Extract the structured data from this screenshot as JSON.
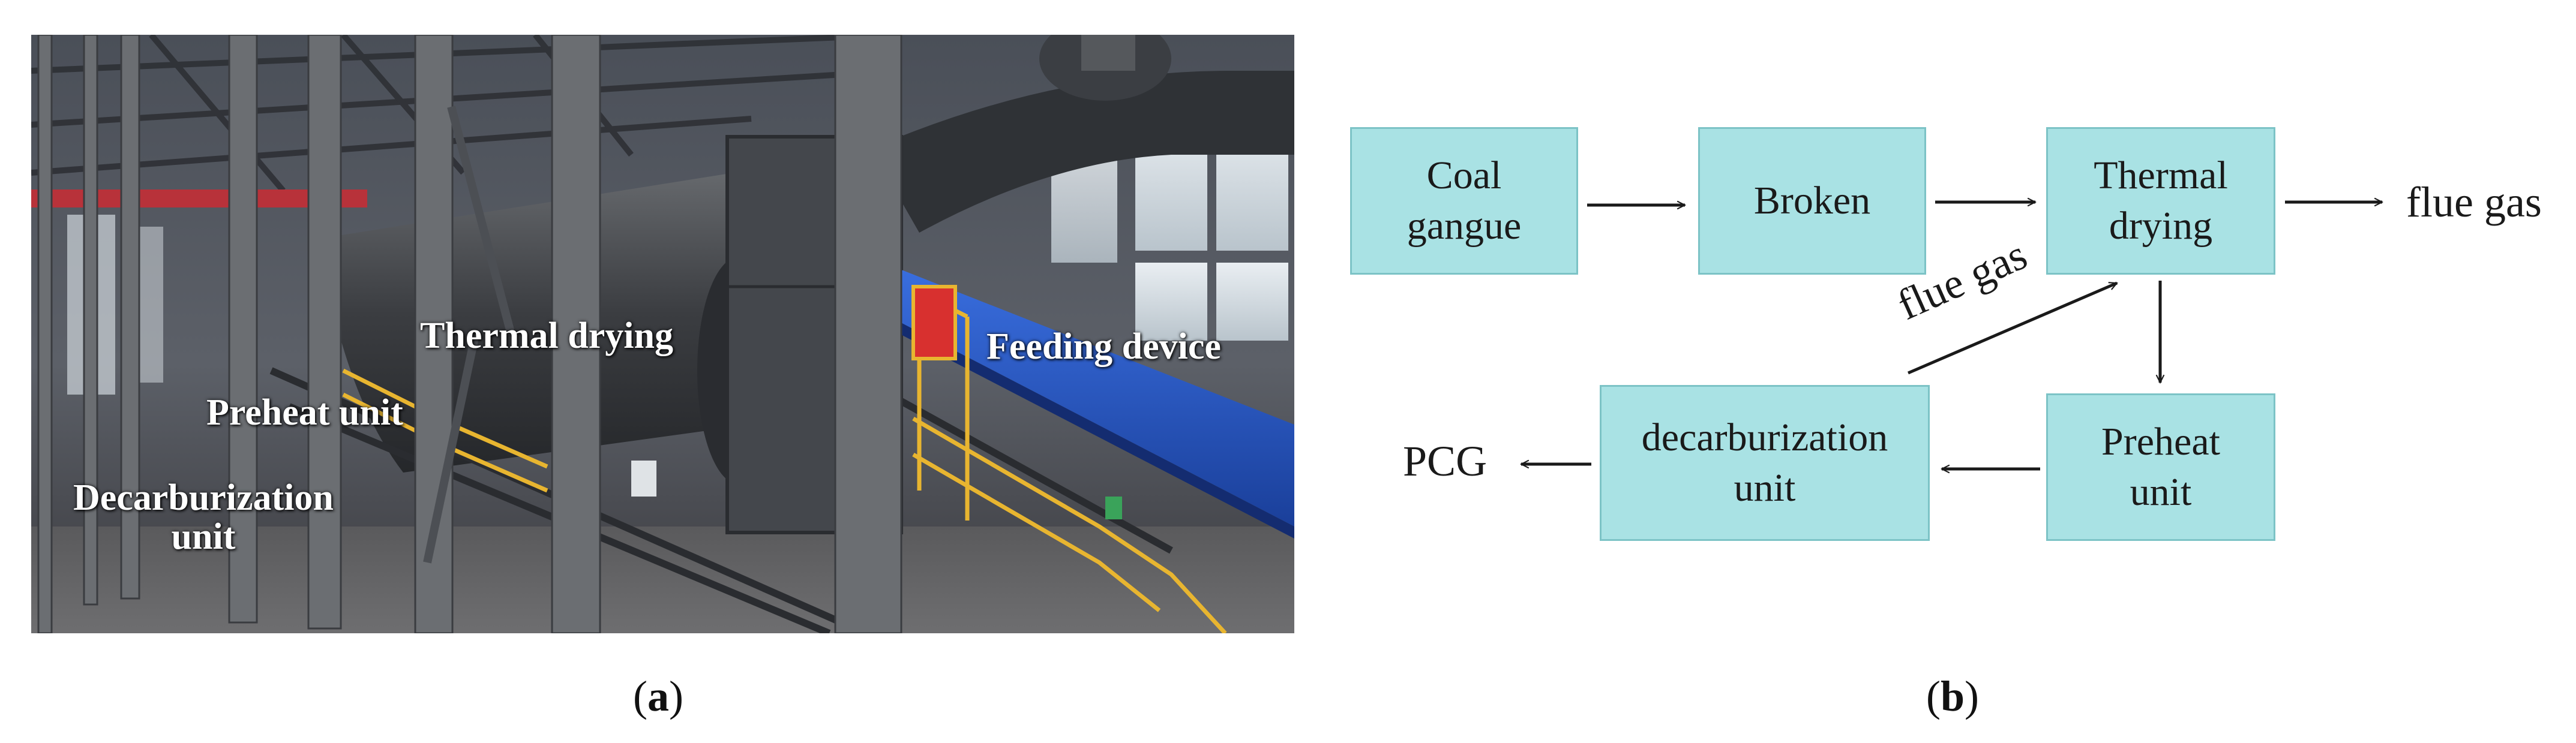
{
  "panel_a": {
    "labels": {
      "thermal_drying": "Thermal drying",
      "feeding_device": "Feeding device",
      "preheat_unit": "Preheat unit",
      "decarburization_line1": "Decarburization",
      "decarburization_line2": "unit"
    },
    "caption_open": "(",
    "caption_letter": "a",
    "caption_close": ")"
  },
  "panel_b": {
    "nodes": {
      "coal_line1": "Coal",
      "coal_line2": "gangue",
      "broken": "Broken",
      "thermal_line1": "Thermal",
      "thermal_line2": "drying",
      "preheat_line1": "Preheat",
      "preheat_line2": "unit",
      "decarb_line1": "decarburization",
      "decarb_line2": "unit"
    },
    "texts": {
      "flue_gas_out": "flue gas",
      "flue_gas_in": "flue gas",
      "pcg": "PCG"
    },
    "caption_open": "(",
    "caption_letter": "b",
    "caption_close": ")"
  },
  "colors": {
    "box_fill": "#a9e2e4",
    "box_border": "#7cc3c6",
    "conveyor_blue": "#1f4fb8",
    "railing_yellow": "#e8b530"
  }
}
